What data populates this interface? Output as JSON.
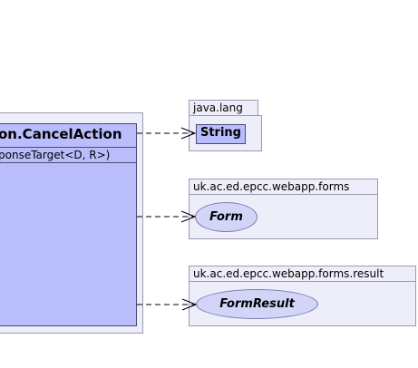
{
  "main_class": {
    "title": "on.CancelAction",
    "interface": "ponseTarget<D, R>)"
  },
  "packages": [
    {
      "name": "java.lang",
      "member": "String",
      "member_kind": "class"
    },
    {
      "name": "uk.ac.ed.epcc.webapp.forms",
      "member": "Form",
      "member_kind": "interface"
    },
    {
      "name": "uk.ac.ed.epcc.webapp.forms.result",
      "member": "FormResult",
      "member_kind": "interface"
    }
  ],
  "colors": {
    "class_fill": "#b9bdfb",
    "package_fill": "#eeeefa",
    "interface_fill": "#d3d5f8",
    "edge": "#000000"
  }
}
